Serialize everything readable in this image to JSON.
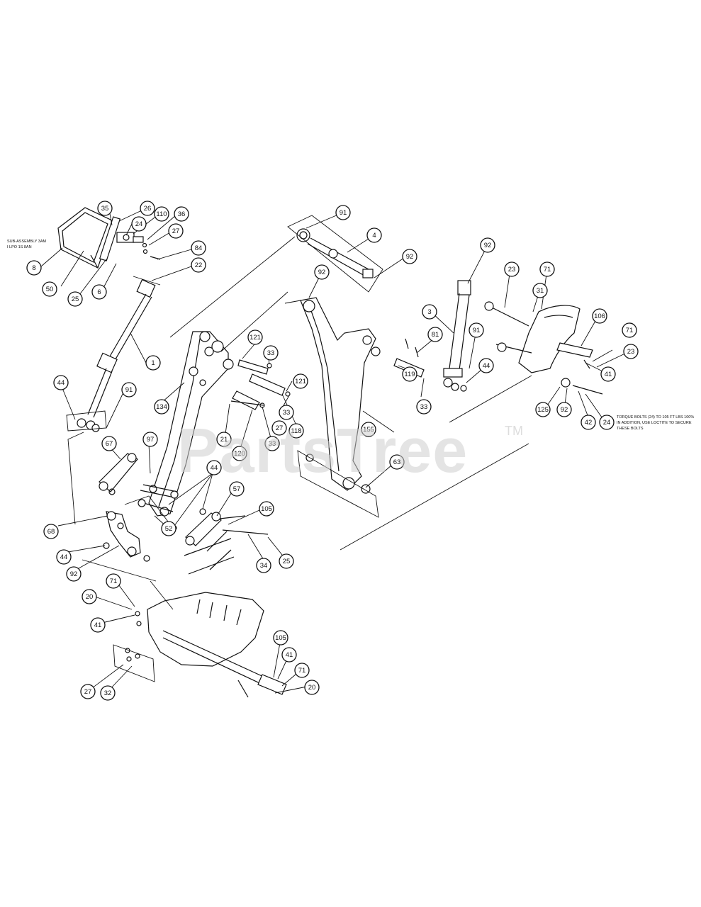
{
  "watermark": {
    "text": "PartsTree",
    "trademark": "TM",
    "color": "#cfcfcf"
  },
  "notes": {
    "sub_assembly_line1": "SUB-ASSEMBLY 3AM",
    "sub_assembly_line2": "I LPO 1S 8AN",
    "torque_line1": "TORQUE BOLTS (24) TO 105 FT LBS 100%",
    "torque_line2": "IN ADDITION, USE LOCTITE TO SECURE",
    "torque_line3": "THESE BOLTS"
  },
  "callouts": [
    "35",
    "26",
    "110",
    "36",
    "24",
    "27",
    "84",
    "22",
    "8",
    "50",
    "25",
    "6",
    "1",
    "44",
    "91",
    "67",
    "97",
    "134",
    "121",
    "33",
    "121",
    "33",
    "27",
    "118",
    "21",
    "120",
    "33",
    "44",
    "57",
    "68",
    "52",
    "105",
    "44",
    "92",
    "34",
    "25",
    "71",
    "20",
    "41",
    "27",
    "32",
    "105",
    "41",
    "71",
    "20",
    "91",
    "4",
    "92",
    "92",
    "155",
    "63",
    "92",
    "3",
    "81",
    "91",
    "44",
    "119",
    "33",
    "23",
    "71",
    "31",
    "106",
    "71",
    "23",
    "41",
    "125",
    "92",
    "42",
    "24"
  ]
}
